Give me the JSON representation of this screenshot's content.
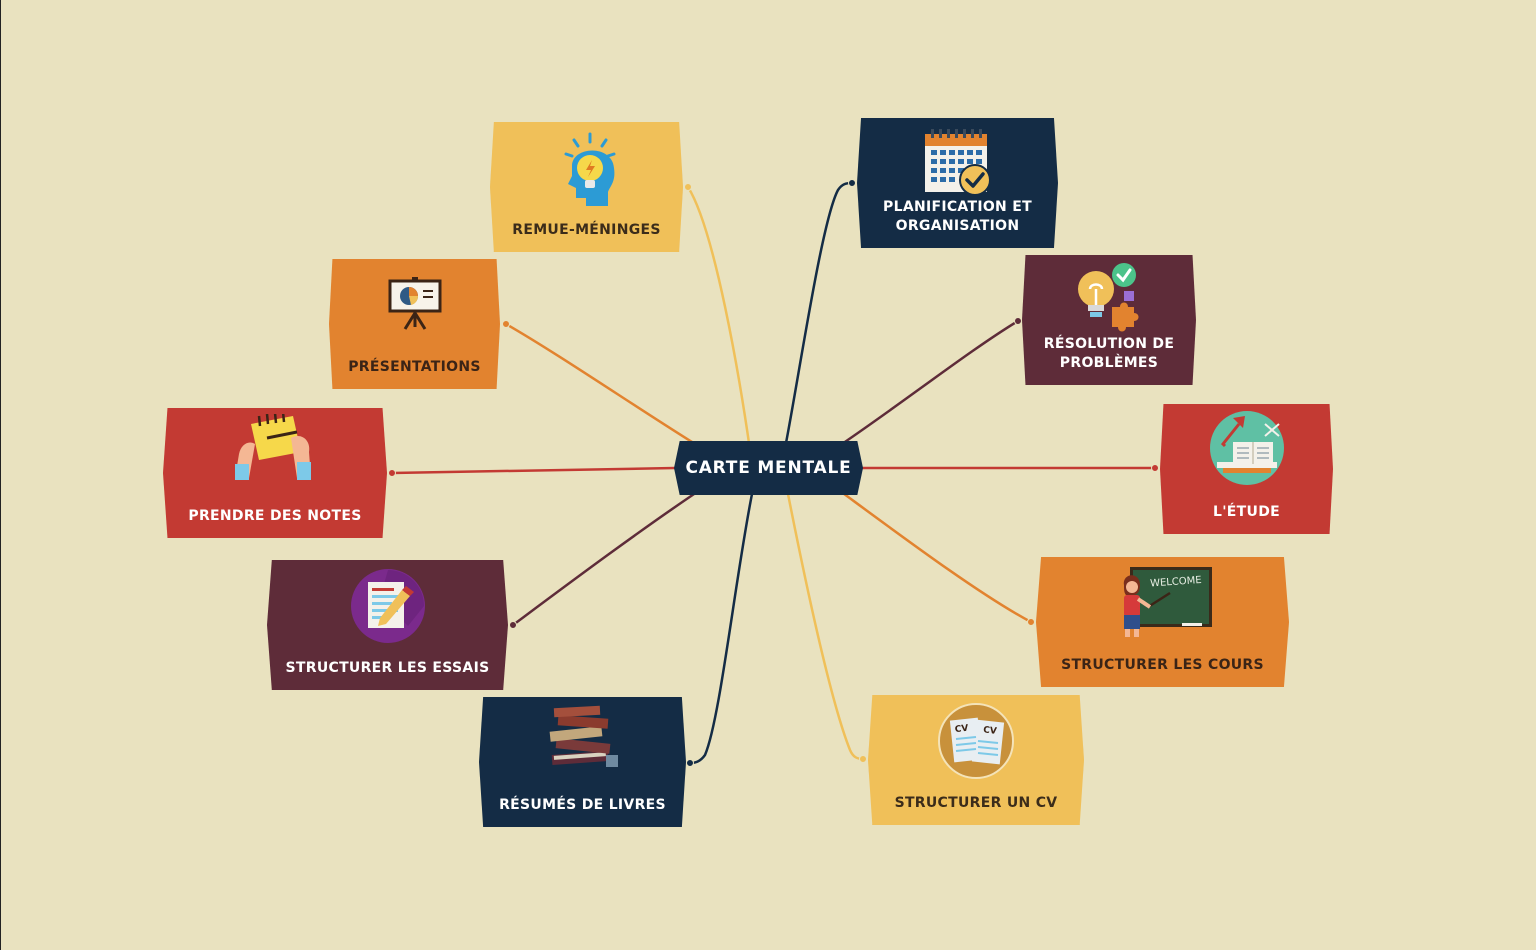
{
  "center": {
    "label": "CARTE MENTALE"
  },
  "colors": {
    "yellow": "#f0c059",
    "orange": "#e2832f",
    "red": "#c33a33",
    "plum": "#5e2c39",
    "navy": "#142c45",
    "background": "#e9e2bf"
  },
  "branches": [
    {
      "label": "REMUE-MÉNINGES",
      "color": "yellow",
      "icon": "brain-lightbulb-icon"
    },
    {
      "label": "PRÉSENTATIONS",
      "color": "orange",
      "icon": "presentation-board-icon"
    },
    {
      "label": "PRENDRE DES NOTES",
      "color": "red",
      "icon": "notepad-writing-icon"
    },
    {
      "label": "STRUCTURER LES ESSAIS",
      "color": "plum",
      "icon": "document-pencil-icon"
    },
    {
      "label": "RÉSUMÉS DE LIVRES",
      "color": "navy",
      "icon": "book-stack-icon"
    },
    {
      "label": "PLANIFICATION ET ORGANISATION",
      "color": "navy",
      "icon": "calendar-check-icon"
    },
    {
      "label": "RÉSOLUTION DE PROBLÈMES",
      "color": "plum",
      "icon": "lightbulb-puzzle-icon"
    },
    {
      "label": "L'ÉTUDE",
      "color": "red",
      "icon": "desk-lamp-book-icon"
    },
    {
      "label": "STRUCTURER LES COURS",
      "color": "orange",
      "icon": "teacher-blackboard-icon"
    },
    {
      "label": "STRUCTURER UN CV",
      "color": "yellow",
      "icon": "cv-documents-icon"
    }
  ],
  "icon_texts": {
    "blackboard": "WELCOME",
    "cv": "CV"
  }
}
